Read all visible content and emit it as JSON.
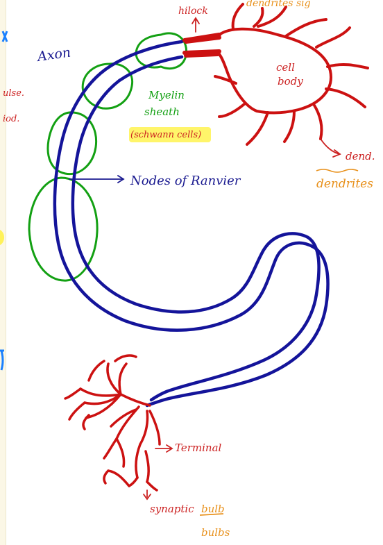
{
  "colors": {
    "axon": "#14149a",
    "myelin": "#13a013",
    "neuron_red": "#cc1111",
    "label_blue": "#1a1a90",
    "label_green": "#13a013",
    "label_orange": "#e8901a",
    "label_red": "#cc2222",
    "highlight": "#fff45a",
    "margin_blue": "#1a80ff",
    "margin_yellow": "#fff25a"
  },
  "labels": {
    "axon_hillock_top": "hilock",
    "dendrites_top": "dendrites sig",
    "axon": "Axon",
    "cell_body_1": "cell",
    "cell_body_2": "body",
    "myelin_1": "Myelin",
    "myelin_2": "sheath",
    "schwann": "(schwann cells)",
    "nodes": "Nodes of Ranvier",
    "dend_short": "dend.",
    "dendrites": "dendrites",
    "terminal": "Terminal",
    "synaptic": "synaptic",
    "bulb": "bulb",
    "bulbs": "bulbs",
    "margin_impulse": "ulse.",
    "margin_period": "iod."
  },
  "icons": {
    "hillock_arrow": "up-arrow-icon",
    "nodes_arrow": "right-arrow-icon",
    "terminal_arrow": "right-arrow-icon",
    "synaptic_arrow": "down-arrow-icon",
    "dendrite_arrow": "curved-arrow-icon"
  }
}
